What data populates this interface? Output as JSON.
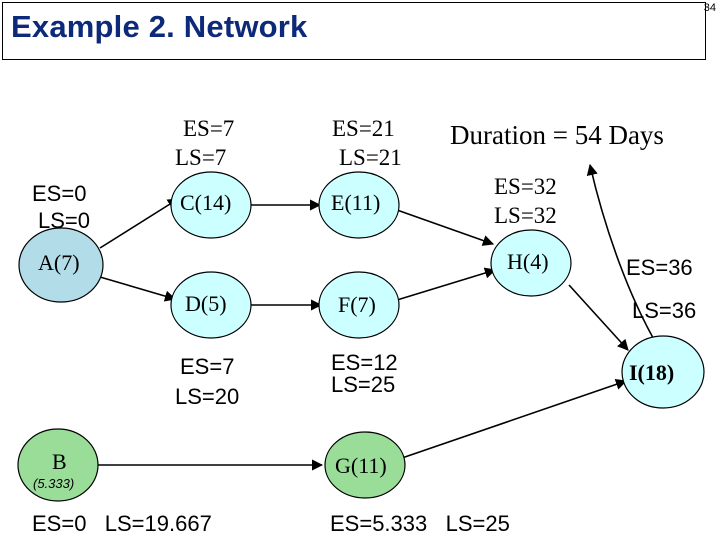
{
  "slide": {
    "title": "Example 2. Network",
    "page_number": "34"
  },
  "duration": "Duration = 54 Days",
  "nodes": {
    "A": {
      "label": "A(7)",
      "es": "ES=0",
      "ls": "LS=0",
      "fill": "#b2dce8"
    },
    "B": {
      "label": "B",
      "sub": "(5.333)",
      "times": "ES=0   LS=19.667",
      "fill": "#99dd99"
    },
    "C": {
      "label": "C(14)",
      "es": "ES=7",
      "ls": "LS=7",
      "fill": "#ccffff"
    },
    "D": {
      "label": "D(5)",
      "es": "ES=7",
      "ls": "LS=20",
      "fill": "#ccffff"
    },
    "E": {
      "label": "E(11)",
      "es": "ES=21",
      "ls": "LS=21",
      "fill": "#ccffff"
    },
    "F": {
      "label": "F(7)",
      "es": "ES=12",
      "ls": "LS=25",
      "fill": "#ccffff"
    },
    "G": {
      "label": "G(11)",
      "times": "ES=5.333   LS=25",
      "fill": "#99dd99"
    },
    "H": {
      "label": "H(4)",
      "es": "ES=32",
      "ls": "LS=32",
      "fill": "#ccffff"
    },
    "I": {
      "label": "I(18)",
      "es": "ES=36",
      "ls": "LS=36",
      "fill": "#ccffff"
    }
  },
  "colors": {
    "title": "#0d2a7a",
    "edge": "#000000"
  }
}
